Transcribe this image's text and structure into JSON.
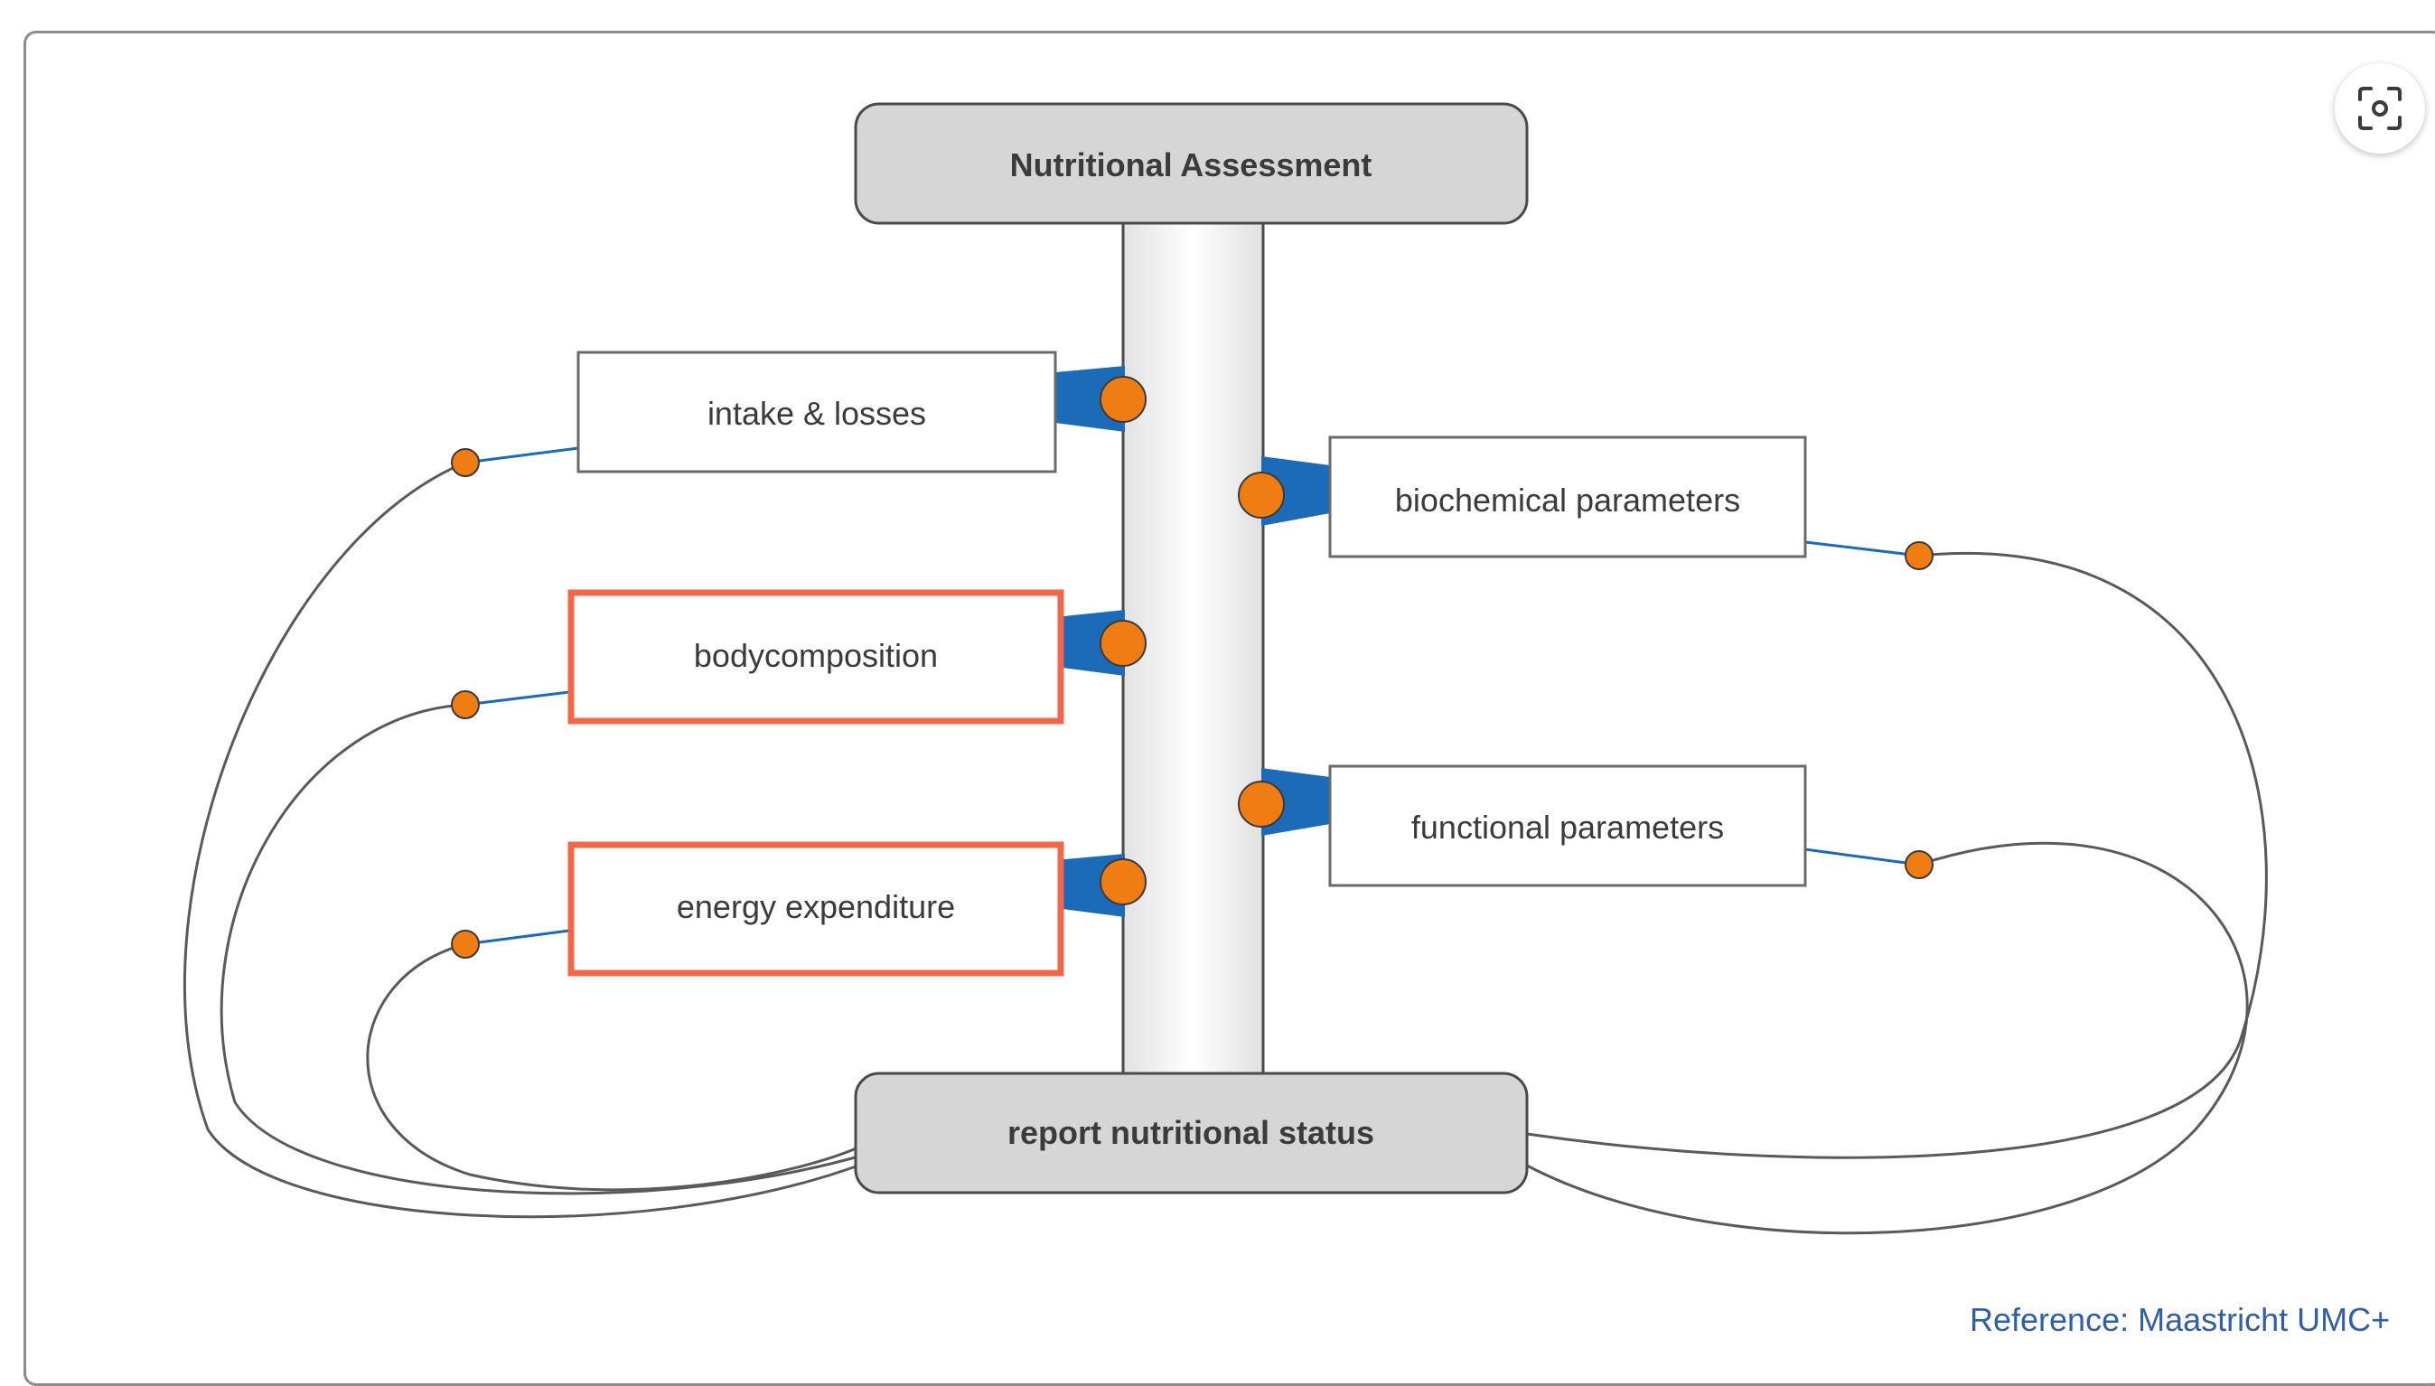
{
  "diagram": {
    "title": "Nutritional Assessment",
    "report": "report nutritional status",
    "left_nodes": [
      {
        "label": "intake & losses",
        "highlighted": false
      },
      {
        "label": "bodycomposition",
        "highlighted": true
      },
      {
        "label": "energy expenditure",
        "highlighted": true
      }
    ],
    "right_nodes": [
      {
        "label": "biochemical parameters"
      },
      {
        "label": "functional parameters"
      }
    ]
  },
  "reference": "Reference: Maastricht UMC+",
  "colors": {
    "accent_orange": "#f07c14",
    "highlight_border": "#f0674a",
    "connector_blue": "#1b6bb8",
    "title_link": "#2f6db5",
    "reference_text": "#2f5fa8"
  },
  "icons": {
    "visual_search": "visual-search-icon"
  }
}
